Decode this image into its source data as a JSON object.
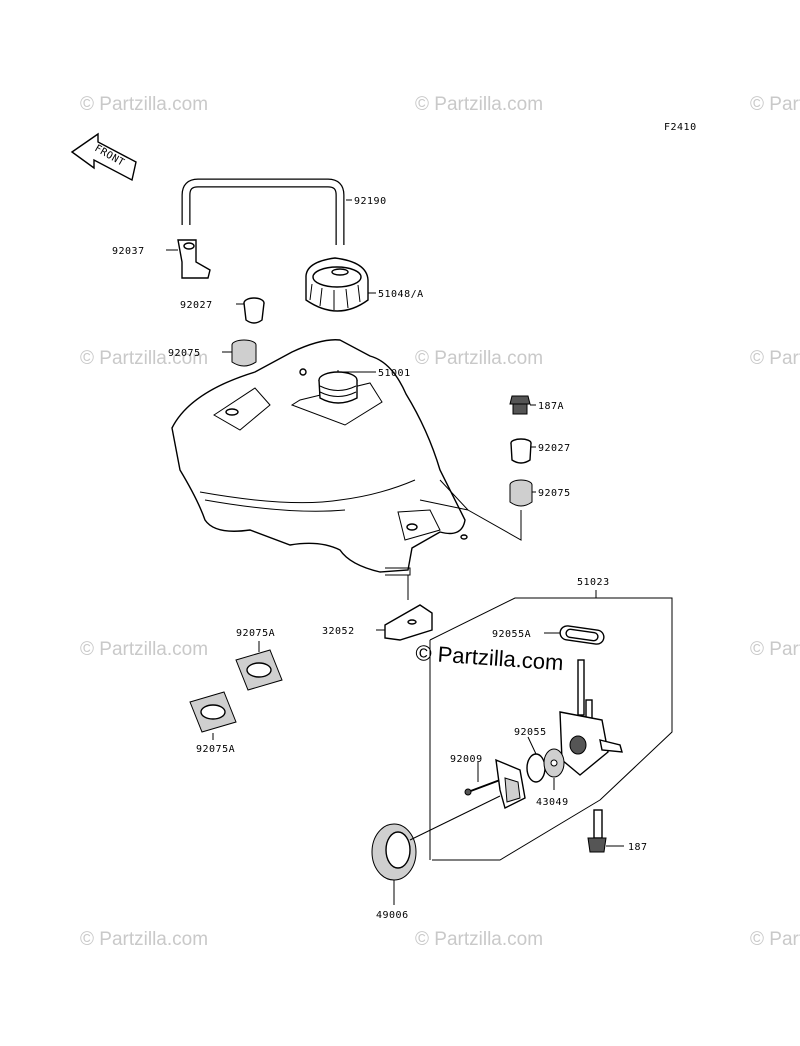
{
  "diagram": {
    "figure_code": "F2410",
    "front_label": "FRONT",
    "watermark_text": "© Partzilla.com",
    "watermark_center_text": "© Partzilla.com",
    "callouts": {
      "c92190": "92190",
      "c92037": "92037",
      "c51048A": "51048/A",
      "c92027a": "92027",
      "c92075a": "92075",
      "c51001": "51001",
      "c187A": "187A",
      "c92027b": "92027",
      "c92075b": "92075",
      "c51023": "51023",
      "c32052": "32052",
      "c92055A": "92055A",
      "c92075Aa": "92075A",
      "c92075Ab": "92075A",
      "c92055": "92055",
      "c92009": "92009",
      "c43049": "43049",
      "c187": "187",
      "c49006": "49006"
    }
  }
}
